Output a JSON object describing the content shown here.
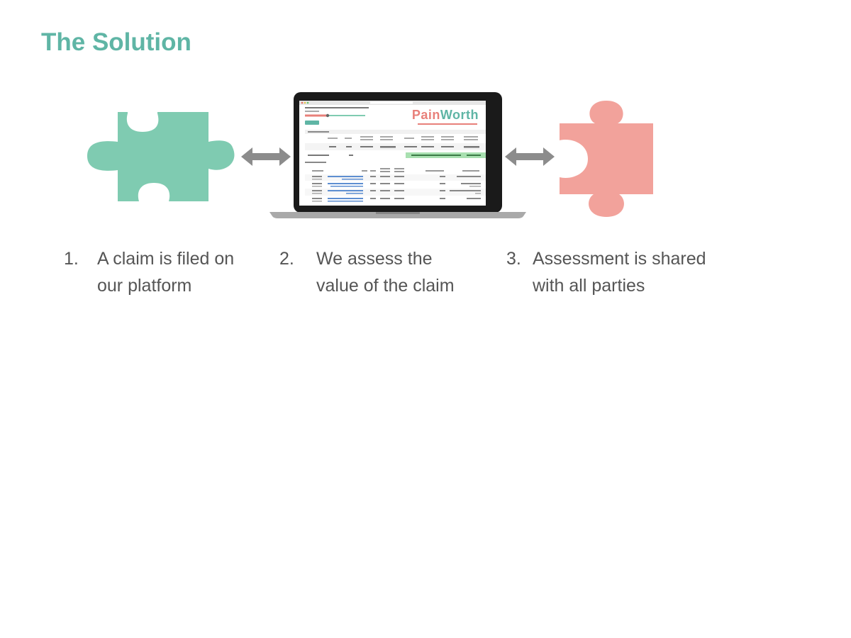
{
  "slide": {
    "title": "The Solution"
  },
  "laptop": {
    "brand_part1": "Pain",
    "brand_part2": "Worth"
  },
  "steps": [
    {
      "number": "1.",
      "line1": "A claim is filed on",
      "line2": "our platform"
    },
    {
      "number": "2.",
      "line1": "We assess the",
      "line2": "value of the claim"
    },
    {
      "number": "3.",
      "line1": "Assessment is shared",
      "line2": "with all parties"
    }
  ],
  "colors": {
    "title": "#5fb5a5",
    "left_puzzle": "#7fcbb1",
    "right_puzzle": "#f2a29b",
    "arrow": "#8c8c8c",
    "brand_pain": "#e8807a",
    "brand_worth": "#5fb5a5",
    "step_text": "#555555"
  },
  "icons": {
    "left_piece": "puzzle-piece-icon",
    "right_piece": "puzzle-piece-icon",
    "arrows": "double-arrow-icon",
    "laptop": "laptop-icon"
  }
}
